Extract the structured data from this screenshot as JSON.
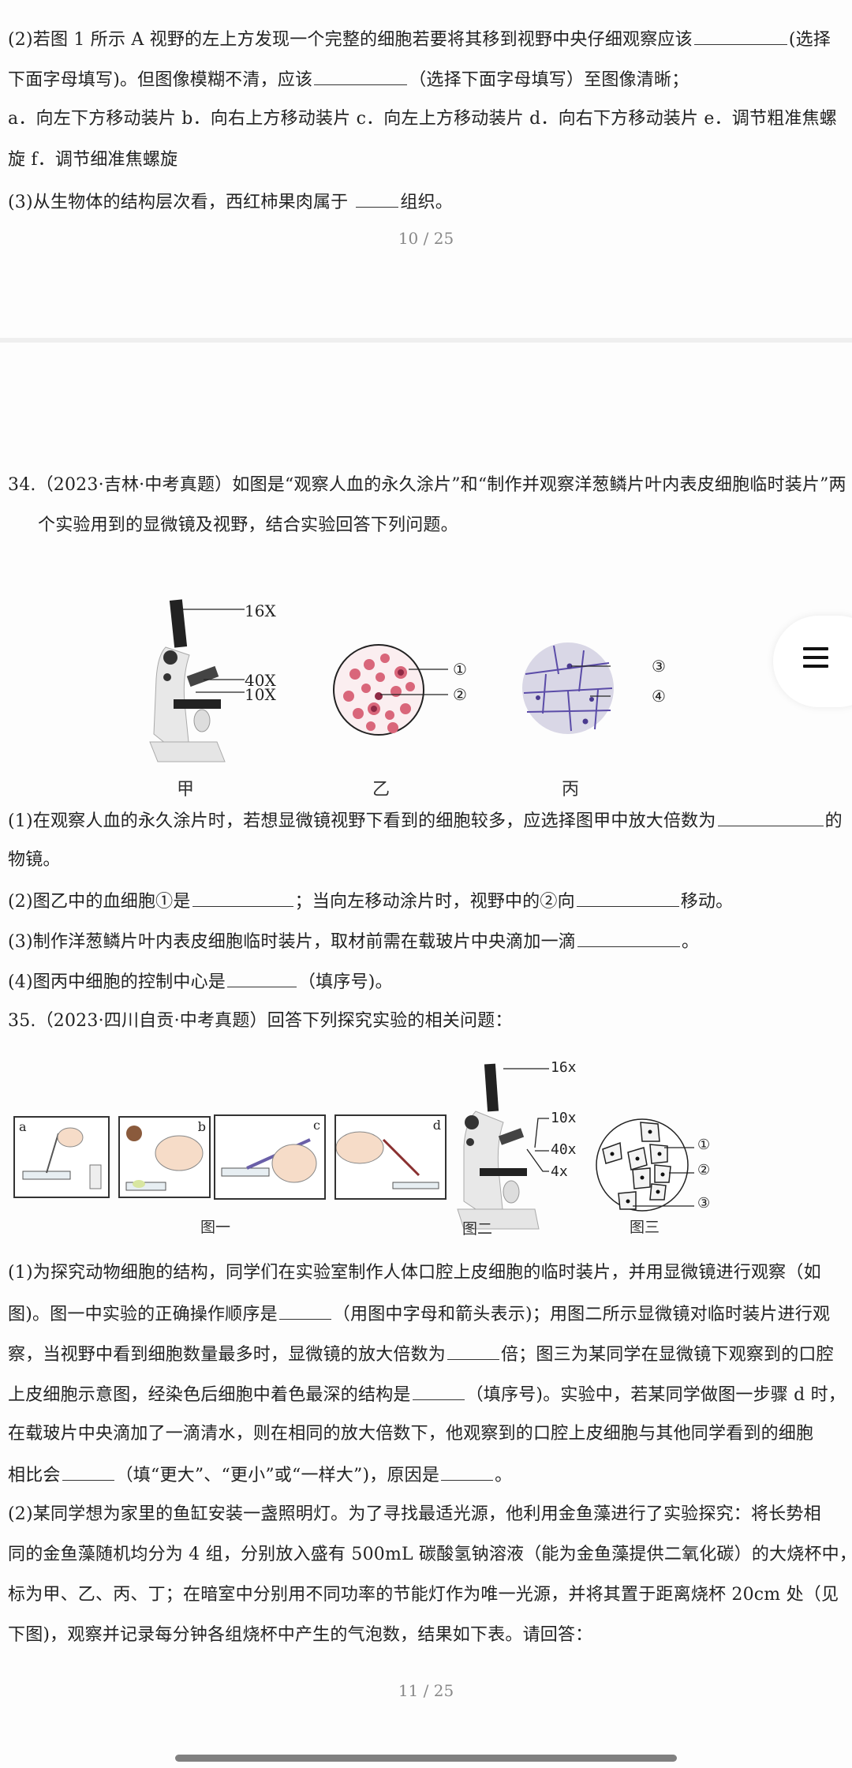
{
  "page10": {
    "lines": [
      "(2)若图 1 所示 A 视野的左上方发现一个完整的细胞若要将其移到视野中央仔细观察应该",
      "(选择",
      "下面字母填写)。但图像模糊不清，应该",
      "（选择下面字母填写）至图像清晰；",
      "a．向左下方移动装片 b．向右上方移动装片 c．向左上方移动装片 d．向右下方移动装片 e．调节粗准焦螺",
      "旋 f．调节细准焦螺旋",
      "(3)从生物体的结构层次看，西红柿果肉属于",
      "组织。"
    ],
    "page_number": "10 / 25"
  },
  "page11": {
    "q34": {
      "line1": "34.（2023·吉林·中考真题）如图是“观察人血的永久涂片”和“制作并观察洋葱鳞片叶内表皮细胞临时装片”两",
      "line2": "个实验用到的显微镜及视野，结合实验回答下列问题。",
      "figure": {
        "microscope_labels": [
          "16X",
          "40X",
          "10X"
        ],
        "blood_labels": [
          "①",
          "②"
        ],
        "onion_labels": [
          "③",
          "④"
        ],
        "captions": [
          "甲",
          "乙",
          "丙"
        ]
      },
      "sub1a": "(1)在观察人血的永久涂片时，若想显微镜视野下看到的细胞较多，应选择图甲中放大倍数为",
      "sub1b": "的",
      "sub1c": "物镜。",
      "sub2a": "(2)图乙中的血细胞①是",
      "sub2b": "；当向左移动涂片时，视野中的②向",
      "sub2c": "移动。",
      "sub3a": "(3)制作洋葱鳞片叶内表皮细胞临时装片，取材前需在载玻片中央滴加一滴",
      "sub3b": "。",
      "sub4a": "(4)图丙中细胞的控制中心是",
      "sub4b": "（填序号)。"
    },
    "q35": {
      "title": "35.（2023·四川自贡·中考真题）回答下列探究实验的相关问题：",
      "figure": {
        "step_labels": [
          "a",
          "b",
          "c",
          "d"
        ],
        "microscope_labels": [
          "16x",
          "10x",
          "40x",
          "4x"
        ],
        "cell_labels": [
          "①",
          "②",
          "③"
        ],
        "captions": [
          "图一",
          "图二",
          "图三"
        ]
      },
      "p1": [
        "(1)为探究动物细胞的结构，同学们在实验室制作人体口腔上皮细胞的临时装片，并用显微镜进行观察（如",
        "图)。图一中实验的正确操作顺序是",
        "（用图中字母和箭头表示)；用图二所示显微镜对临时装片进行观",
        "察，当视野中看到细胞数量最多时，显微镜的放大倍数为",
        "倍；图三为某同学在显微镜下观察到的口腔",
        "上皮细胞示意图，经染色后细胞中着色最深的结构是",
        "（填序号)。实验中，若某同学做图一步骤 d 时，",
        "在载玻片中央滴加了一滴清水，则在相同的放大倍数下，他观察到的口腔上皮细胞与其他同学看到的细胞",
        "相比会",
        "（填“更大”、“更小”或“一样大”)，原因是",
        "。"
      ],
      "p2": [
        "(2)某同学想为家里的鱼缸安装一盏照明灯。为了寻找最适光源，他利用金鱼藻进行了实验探究：将长势相",
        "同的金鱼藻随机均分为 4 组，分别放入盛有 500mL 碳酸氢钠溶液（能为金鱼藻提供二氧化碳）的大烧杯中，",
        "标为甲、乙、丙、丁；在暗室中分别用不同功率的节能灯作为唯一光源，并将其置于距离烧杯 20cm 处（见",
        "下图)，观察并记录每分钟各组烧杯中产生的气泡数，结果如下表。请回答："
      ]
    },
    "page_number": "11 / 25"
  },
  "floating_menu": {
    "icon": "hamburger-menu-icon"
  }
}
